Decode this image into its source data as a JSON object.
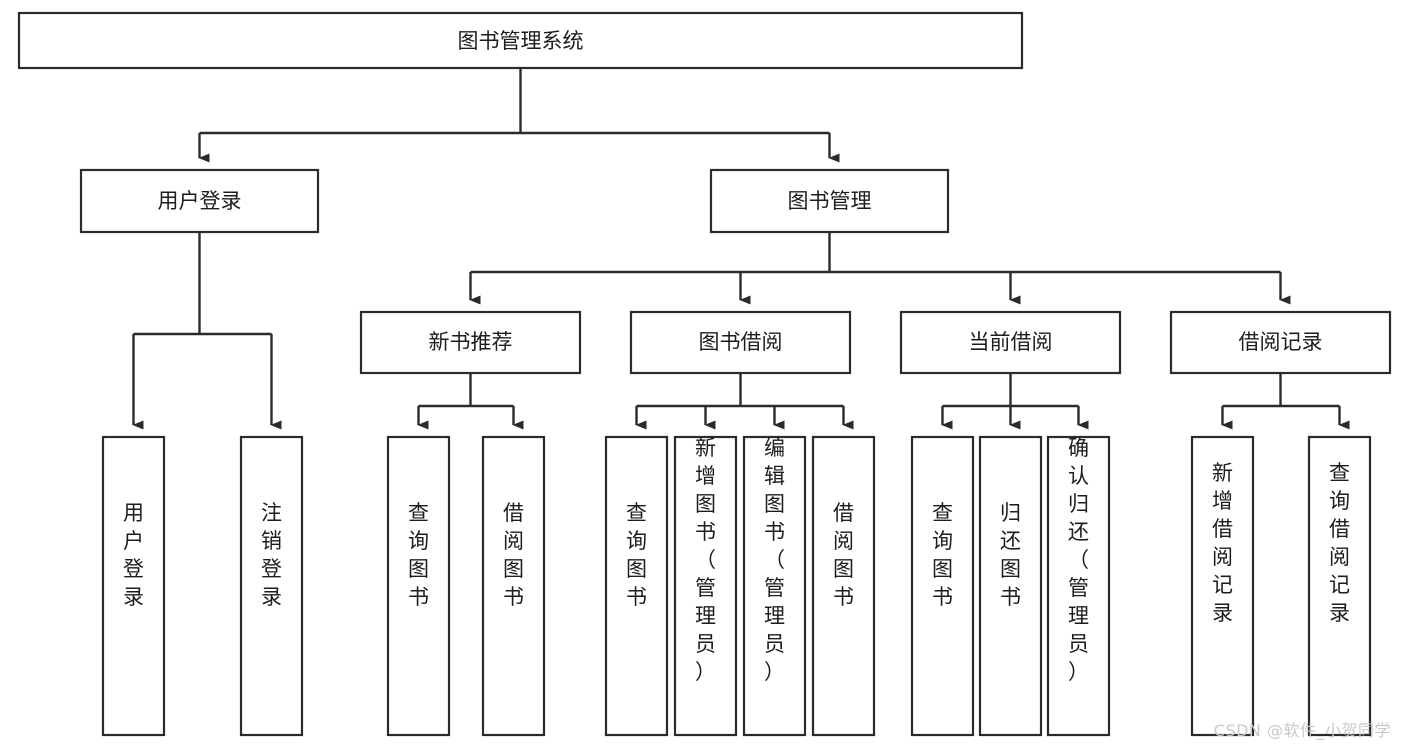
{
  "diagram": {
    "type": "tree-hierarchy",
    "title": "图书管理系统",
    "watermark": "CSDN @软件_小贺同学",
    "colors": {
      "box_stroke": "#2b2b2b",
      "box_fill": "#ffffff",
      "connector": "#2b2b2b",
      "text": "#1d1d1d",
      "watermark": "#c9c9c9",
      "background": "#ffffff"
    },
    "root": {
      "label": "图书管理系统"
    },
    "level1": [
      {
        "label": "用户登录"
      },
      {
        "label": "图书管理"
      }
    ],
    "level2": [
      {
        "label": "新书推荐"
      },
      {
        "label": "图书借阅"
      },
      {
        "label": "当前借阅"
      },
      {
        "label": "借阅记录"
      }
    ],
    "leaves": {
      "user_login": [
        {
          "label": "用户登录"
        },
        {
          "label": "注销登录"
        }
      ],
      "new_book_recommend": [
        {
          "label": "查询图书"
        },
        {
          "label": "借阅图书"
        }
      ],
      "book_borrow": [
        {
          "label": "查询图书"
        },
        {
          "label": "新增图书（管理员）"
        },
        {
          "label": "编辑图书（管理员）"
        },
        {
          "label": "借阅图书"
        }
      ],
      "current_borrow": [
        {
          "label": "查询图书"
        },
        {
          "label": "归还图书"
        },
        {
          "label": "确认归还（管理员）"
        }
      ],
      "borrow_record": [
        {
          "label": "新增借阅记录"
        },
        {
          "label": "查询借阅记录"
        }
      ]
    }
  }
}
